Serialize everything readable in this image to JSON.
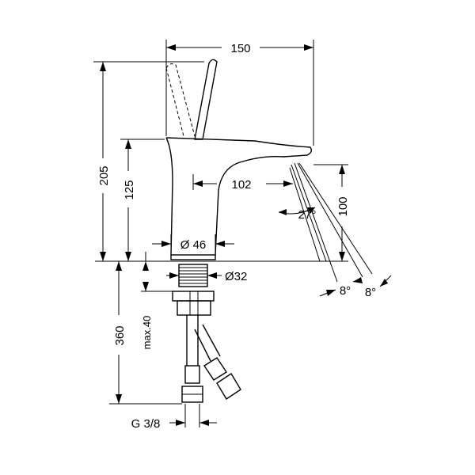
{
  "dimensions": {
    "overall_width": "150",
    "total_height": "205",
    "spout_height": "125",
    "spout_reach": "102",
    "base_diameter": "Ø 46",
    "shank_diameter": "Ø32",
    "below_counter_length": "360",
    "max_counter_thickness": "max.40",
    "thread_size": "G 3/8",
    "outlet_height": "100",
    "spray_angle": "27°",
    "angle_left": "8°",
    "angle_right": "8°"
  }
}
